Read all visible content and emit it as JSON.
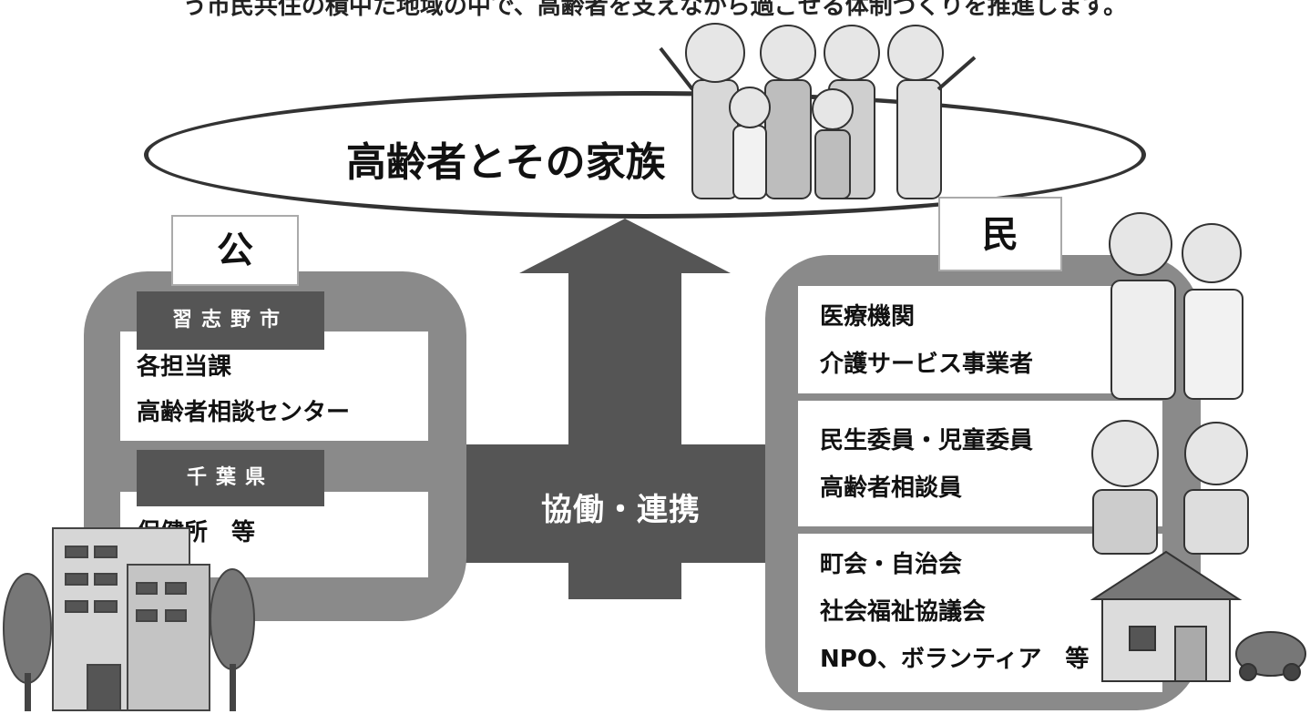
{
  "header": {
    "intro_text": "う市民共住の積中た地域の中で、高齢者を支えなから過ごせる体制づくりを推進します。"
  },
  "family": {
    "title": "高齢者とその家族"
  },
  "collab": {
    "label": "協働・連携"
  },
  "public": {
    "tab_label": "公",
    "groups": [
      {
        "tag": "習志野市",
        "items": [
          "各担当課",
          "高齢者相談センター"
        ]
      },
      {
        "tag": "千葉県",
        "items": [
          "保健所　等"
        ]
      }
    ]
  },
  "private": {
    "tab_label": "民",
    "groups": [
      {
        "items": [
          "医療機関",
          "介護サービス事業者"
        ]
      },
      {
        "items": [
          "民生委員・児童委員",
          "高齢者相談員"
        ]
      },
      {
        "items": [
          "町会・自治会",
          "社会福祉協議会",
          "NPO、ボランティア　等"
        ]
      }
    ]
  },
  "colors": {
    "dark": "#555555",
    "mid": "#8a8a8a",
    "outline": "#333333"
  }
}
